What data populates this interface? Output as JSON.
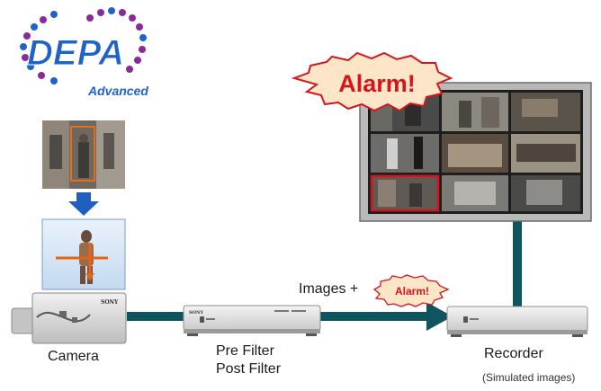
{
  "logo": {
    "name": "DEPA",
    "sub": "Advanced"
  },
  "alarm_large": "Alarm!",
  "alarm_small": "Alarm!",
  "images_label": "Images +",
  "devices": {
    "camera": {
      "label": "Camera",
      "brand": "SONY"
    },
    "filter": {
      "label_line1": "Pre Filter",
      "label_line2": "Post Filter",
      "brand": "SONY"
    },
    "recorder": {
      "label": "Recorder"
    }
  },
  "footnote": "(Simulated images)",
  "colors": {
    "cable": "#0f5560",
    "alarm_red": "#d4161c",
    "alarm_fill": "#fde6c8",
    "logo_blue": "#1f63c8",
    "logo_purple": "#8a2a9a",
    "arrow_blue": "#1f5fbf",
    "highlight_box": "#e07020",
    "monitor_frame": "#b9b9b9"
  }
}
